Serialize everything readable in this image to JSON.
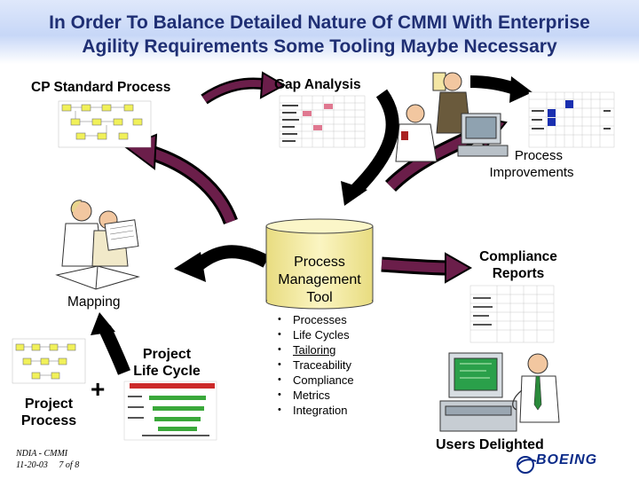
{
  "title": {
    "line1": "In Order To Balance Detailed Nature Of CMMI With Enterprise",
    "line2": "Agility Requirements Some Tooling Maybe Necessary"
  },
  "labels": {
    "cp_standard_process": "CP Standard Process",
    "gap_analysis": "Gap Analysis",
    "process_improvements_1": "Process",
    "process_improvements_2": "Improvements",
    "mapping": "Mapping",
    "pmt_1": "Process",
    "pmt_2": "Management",
    "pmt_3": "Tool",
    "compliance_1": "Compliance",
    "compliance_2": "Reports",
    "project_life_cycle_1": "Project",
    "project_life_cycle_2": "Life Cycle",
    "project_process_1": "Project",
    "project_process_2": "Process",
    "plus": "+",
    "users_delighted": "Users Delighted"
  },
  "tool_features": [
    "Processes",
    "Life Cycles",
    "Tailoring",
    "Traceability",
    "Compliance",
    "Metrics",
    "Integration"
  ],
  "footer": {
    "line1": "NDIA - CMMI",
    "line2": "11-20-03     7 of 8"
  },
  "logo_text": "BOEING",
  "colors": {
    "title": "#1f2f74",
    "arrow": "#6b1e4a",
    "arrow_dark": "#000000",
    "cylinder": "#f7efa8",
    "logo": "#0a2a88"
  },
  "icons": [
    "process-flowchart-icon",
    "gap-matrix-icon",
    "people-at-computer-icon",
    "compliance-matrix-icon",
    "reading-people-icon",
    "project-process-flowchart-icon",
    "lifecycle-gantt-icon",
    "compliance-report-icon",
    "user-at-computer-icon",
    "boeing-logo-icon"
  ]
}
